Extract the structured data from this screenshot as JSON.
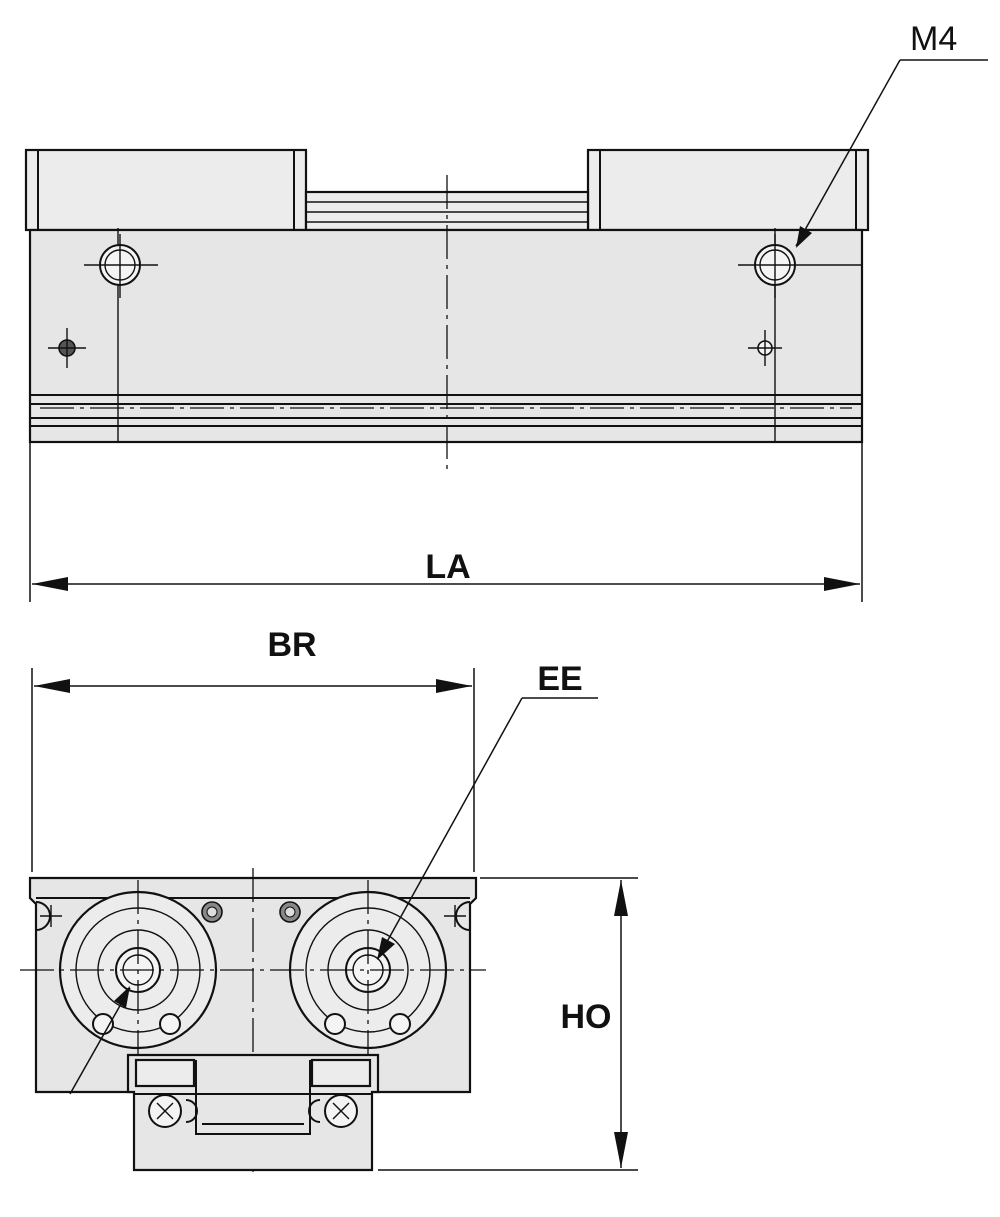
{
  "labels": {
    "m4": "M4",
    "la": "LA",
    "br": "BR",
    "ee": "EE",
    "ho": "HO"
  },
  "colors": {
    "line": "#111111",
    "part_fill": "#e6e6e6",
    "background": "#ffffff"
  }
}
